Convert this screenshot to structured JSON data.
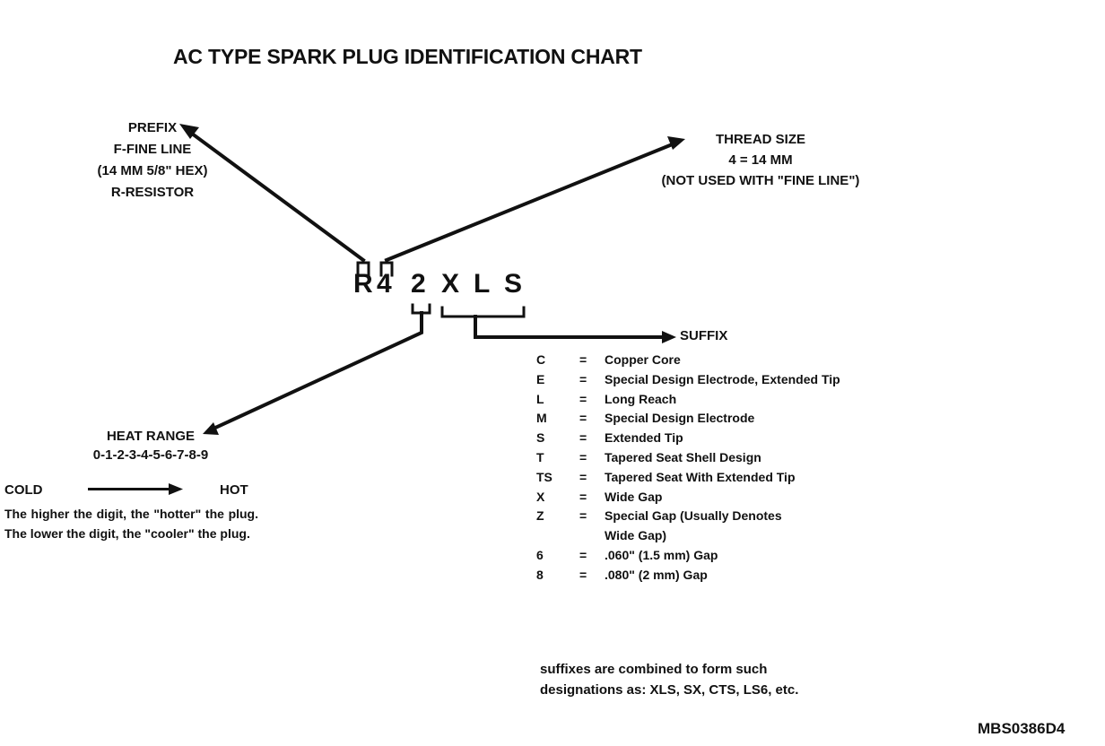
{
  "title": "AC TYPE SPARK PLUG IDENTIFICATION CHART",
  "prefix": {
    "heading": "PREFIX",
    "line1": "F-FINE LINE",
    "line2": "(14 MM 5/8\" HEX)",
    "line3": "R-RESISTOR"
  },
  "thread_size": {
    "heading": "THREAD SIZE",
    "line1": "4 = 14 MM",
    "line2": "(NOT USED WITH \"FINE LINE\")"
  },
  "code_chars": [
    "R",
    "4",
    "2",
    "X",
    "L",
    "S"
  ],
  "suffix_label": "SUFFIX",
  "suffixes": [
    {
      "code": "C",
      "eq": "=",
      "desc": "Copper Core"
    },
    {
      "code": "E",
      "eq": "=",
      "desc": "Special Design Electrode, Extended Tip"
    },
    {
      "code": "L",
      "eq": "=",
      "desc": "Long Reach"
    },
    {
      "code": "M",
      "eq": "=",
      "desc": "Special Design Electrode"
    },
    {
      "code": "S",
      "eq": "=",
      "desc": "Extended Tip"
    },
    {
      "code": "T",
      "eq": "=",
      "desc": "Tapered Seat Shell Design"
    },
    {
      "code": "TS",
      "eq": "=",
      "desc": "Tapered Seat With Extended Tip"
    },
    {
      "code": "X",
      "eq": "=",
      "desc": "Wide Gap"
    },
    {
      "code": "Z",
      "eq": "=",
      "desc": "Special Gap (Usually Denotes"
    },
    {
      "code": "",
      "eq": "",
      "desc": "Wide Gap)"
    },
    {
      "code": "6",
      "eq": "=",
      "desc": ".060\" (1.5 mm) Gap"
    },
    {
      "code": "8",
      "eq": "=",
      "desc": ".080\" (2 mm) Gap"
    }
  ],
  "heat_range": {
    "heading": "HEAT RANGE",
    "scale": "0-1-2-3-4-5-6-7-8-9",
    "cold": "COLD",
    "hot": "HOT",
    "description": "The higher the digit, the \"hotter\" the plug. The lower the digit, the \"cooler\" the plug."
  },
  "combine_note": {
    "line1": "suffixes are combined to form such",
    "line2": "designations as:  XLS, SX, CTS, LS6, etc."
  },
  "figure_id": "MBS0386D4"
}
